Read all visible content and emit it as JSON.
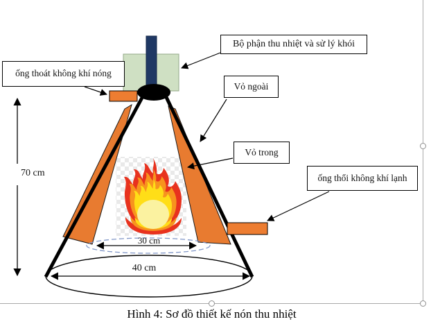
{
  "diagram": {
    "callouts": {
      "heat_unit": "Bộ phận thu nhiệt và sử lý khói",
      "outer_shell": "Vỏ ngoài",
      "inner_shell": "Vỏ trong",
      "cold_air_pipe": "ống thổi không khí lạnh",
      "hot_air_pipe": "ống thoát không khí nóng"
    },
    "dimensions": {
      "cone_height": "70 cm",
      "inner_diameter": "30 cm",
      "outer_diameter": "40 cm"
    },
    "caption": "Hình 4: Sơ đồ thiết kế nón thu nhiệt",
    "colors": {
      "shell_orange": "#ED7D31",
      "heat_unit_green": "#CFE0C3",
      "chimney_navy": "#1F3864",
      "outline_black": "#000000",
      "inner_ring_blue": "#8096C7",
      "canvas_border_gray": "#A8A8A8",
      "flame_red": "#E8321E",
      "flame_orange": "#F7941E",
      "flame_yellow": "#FFDE17",
      "flame_core": "#FBF2A0"
    }
  }
}
